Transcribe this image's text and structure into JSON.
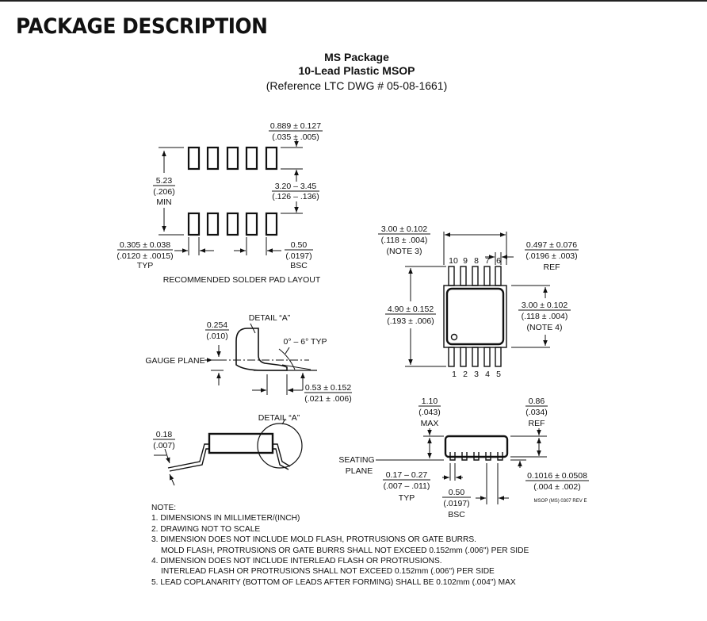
{
  "section_title": "PACKAGE DESCRIPTION",
  "package": {
    "name": "MS Package",
    "type": "10-Lead Plastic MSOP",
    "reference": "(Reference LTC DWG # 05-08-1661)"
  },
  "solder_pad_layout": {
    "caption": "RECOMMENDED SOLDER PAD LAYOUT",
    "pad_length": {
      "mm": "0.889 ± 0.127",
      "inch": "(.035 ± .005)"
    },
    "row_spacing": {
      "mm": "3.20 – 3.45",
      "inch": "(.126 – .136)"
    },
    "overall_min": {
      "mm": "5.23",
      "inch": "(.206)",
      "note": "MIN"
    },
    "pad_width": {
      "mm": "0.305 ± 0.038",
      "inch": "(.0120 ± .0015)",
      "note": "TYP"
    },
    "pitch": {
      "mm": "0.50",
      "inch": "(.0197)",
      "note": "BSC"
    }
  },
  "top_view": {
    "body_width": {
      "mm": "3.00 ± 0.102",
      "inch": "(.118 ± .004)",
      "note": "(NOTE 3)"
    },
    "lead_width_ref": {
      "mm": "0.497 ± 0.076",
      "inch": "(.0196 ± .003)",
      "note": "REF"
    },
    "overall_length": {
      "mm": "4.90 ± 0.152",
      "inch": "(.193 ± .006)"
    },
    "body_length": {
      "mm": "3.00 ± 0.102",
      "inch": "(.118 ± .004)",
      "note": "(NOTE 4)"
    },
    "top_pins": [
      "10",
      "9",
      "8",
      "7",
      "6"
    ],
    "bottom_pins": [
      "1",
      "2",
      "3",
      "4",
      "5"
    ]
  },
  "detail_a": {
    "label": "DETAIL “A”",
    "lead_thickness": {
      "mm": "0.254",
      "inch": "(.010)"
    },
    "angle": "0° – 6° TYP",
    "gauge_plane": "GAUGE PLANE",
    "foot_length": {
      "mm": "0.53 ± 0.152",
      "inch": "(.021 ± .006)"
    }
  },
  "side_view_left": {
    "detail_label": "DETAIL “A”",
    "lead_thickness": {
      "mm": "0.18",
      "inch": "(.007)"
    }
  },
  "side_view_right": {
    "height_max": {
      "mm": "1.10",
      "inch": "(.043)",
      "note": "MAX"
    },
    "body_height_ref": {
      "mm": "0.86",
      "inch": "(.034)",
      "note": "REF"
    },
    "seating_plane": [
      "SEATING",
      "PLANE"
    ],
    "lead_width": {
      "mm": "0.17 – 0.27",
      "inch": "(.007 – .011)",
      "note": "TYP"
    },
    "pitch": {
      "mm": "0.50",
      "inch": "(.0197)",
      "note": "BSC"
    },
    "standoff": {
      "mm": "0.1016 ± 0.0508",
      "inch": "(.004 ± .002)"
    },
    "drawing_rev": "MSOP (MS) 0307 REV E"
  },
  "notes": {
    "title": "NOTE:",
    "lines": [
      "1. DIMENSIONS IN MILLIMETER/(INCH)",
      "2. DRAWING NOT TO SCALE",
      "3. DIMENSION DOES NOT INCLUDE MOLD FLASH, PROTRUSIONS OR GATE BURRS.",
      "    MOLD FLASH, PROTRUSIONS OR GATE BURRS SHALL NOT EXCEED 0.152mm (.006\") PER SIDE",
      "4. DIMENSION DOES NOT INCLUDE INTERLEAD FLASH OR PROTRUSIONS.",
      "    INTERLEAD FLASH OR PROTRUSIONS SHALL NOT EXCEED 0.152mm (.006\") PER SIDE",
      "5. LEAD COPLANARITY (BOTTOM OF LEADS AFTER FORMING) SHALL BE 0.102mm (.004\") MAX"
    ]
  }
}
